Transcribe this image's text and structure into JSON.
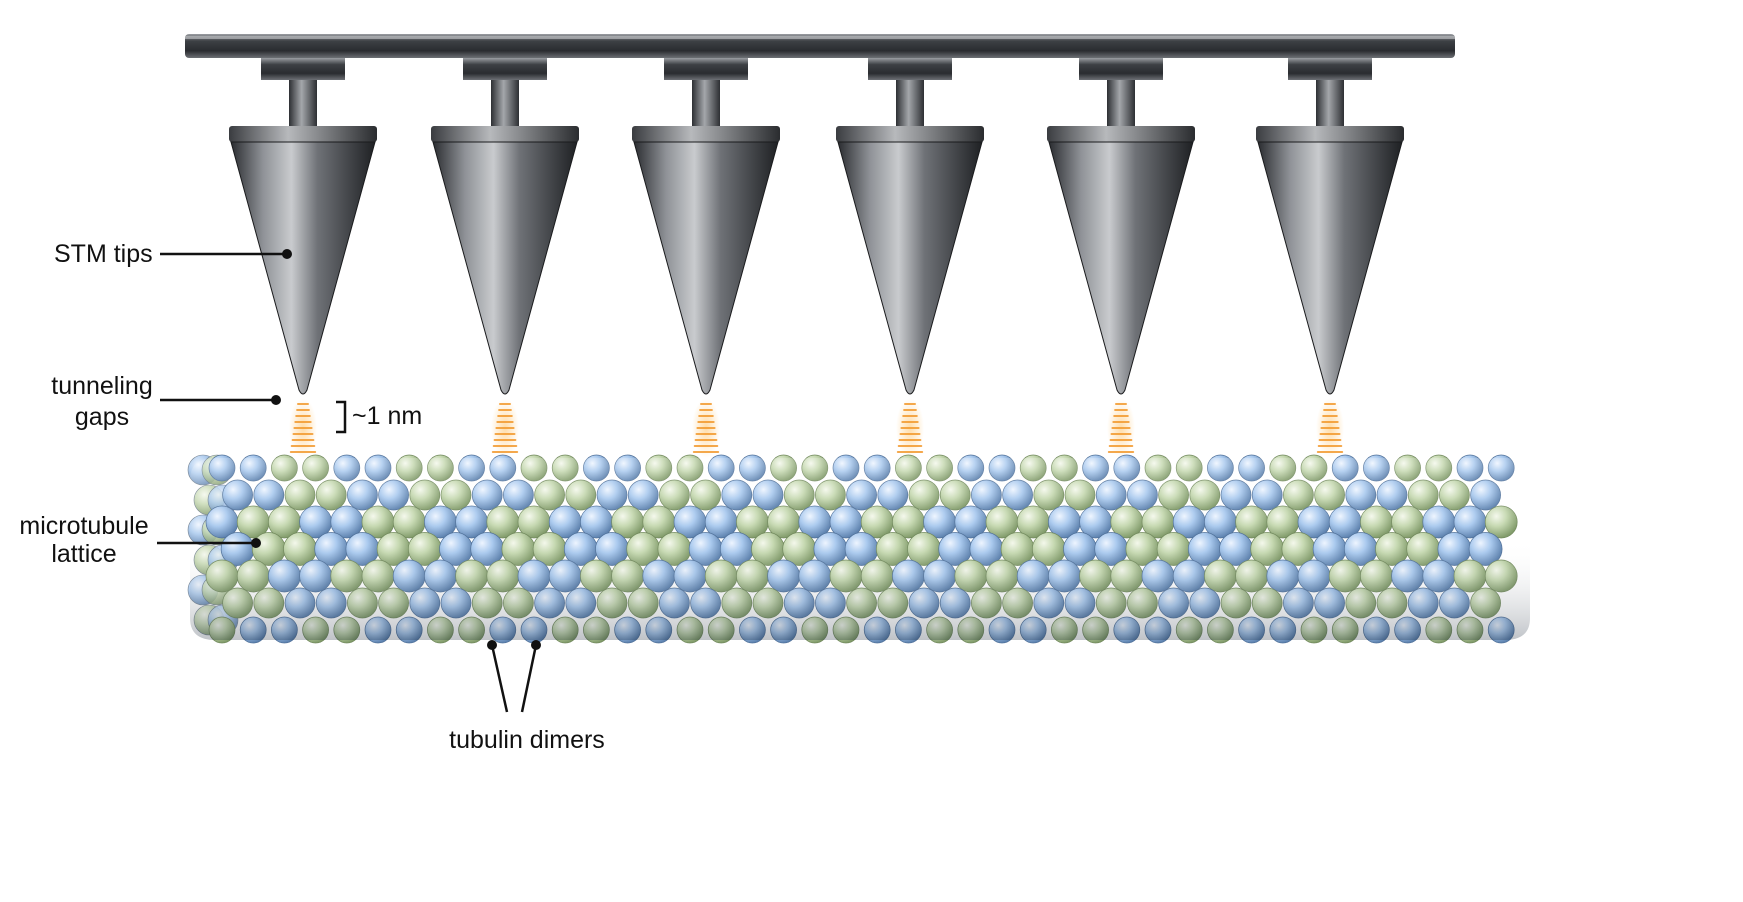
{
  "labels": {
    "stm_tips": "STM tips",
    "tunneling_line1": "tunneling",
    "tunneling_line2": "gaps",
    "gap_size": "~1 nm",
    "microtubule_line1": "microtubule",
    "microtubule_line2": "lattice",
    "tubulin": "tubulin dimers"
  },
  "probe_count": 6,
  "colors": {
    "alpha_tubulin": "#a9c9ee",
    "beta_tubulin": "#c5d8b0",
    "metal": "#5a5d62",
    "tunneling_glow": "#f39a2e",
    "label_line": "#111111"
  }
}
